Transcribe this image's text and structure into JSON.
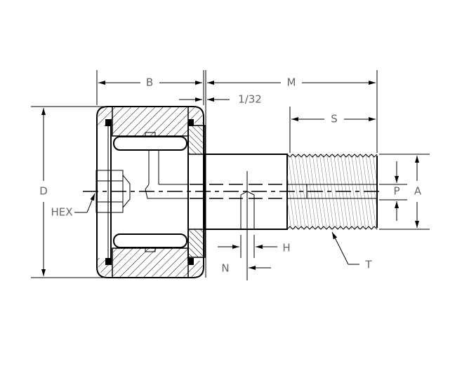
{
  "drawing": {
    "labels": {
      "B": "B",
      "M": "M",
      "one_32": "1/32",
      "S": "S",
      "D": "D",
      "HEX": "HEX",
      "P": "P",
      "A": "A",
      "H": "H",
      "N": "N",
      "T": "T"
    }
  }
}
